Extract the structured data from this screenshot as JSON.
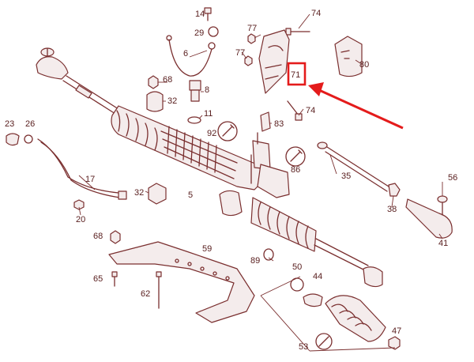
{
  "callouts": [
    "14",
    "29",
    "6",
    "74",
    "77",
    "77",
    "80",
    "71",
    "68",
    "8",
    "32",
    "11",
    "74",
    "83",
    "92",
    "86",
    "23",
    "26",
    "17",
    "35",
    "56",
    "32",
    "5",
    "38",
    "20",
    "41",
    "68",
    "59",
    "89",
    "50",
    "44",
    "65",
    "62",
    "47",
    "53"
  ],
  "highlight": {
    "label": "71",
    "color": "#e41b1b"
  },
  "colors": {
    "line": "#7a2f2f",
    "label": "#5a2020",
    "accent": "#e41b1b"
  }
}
